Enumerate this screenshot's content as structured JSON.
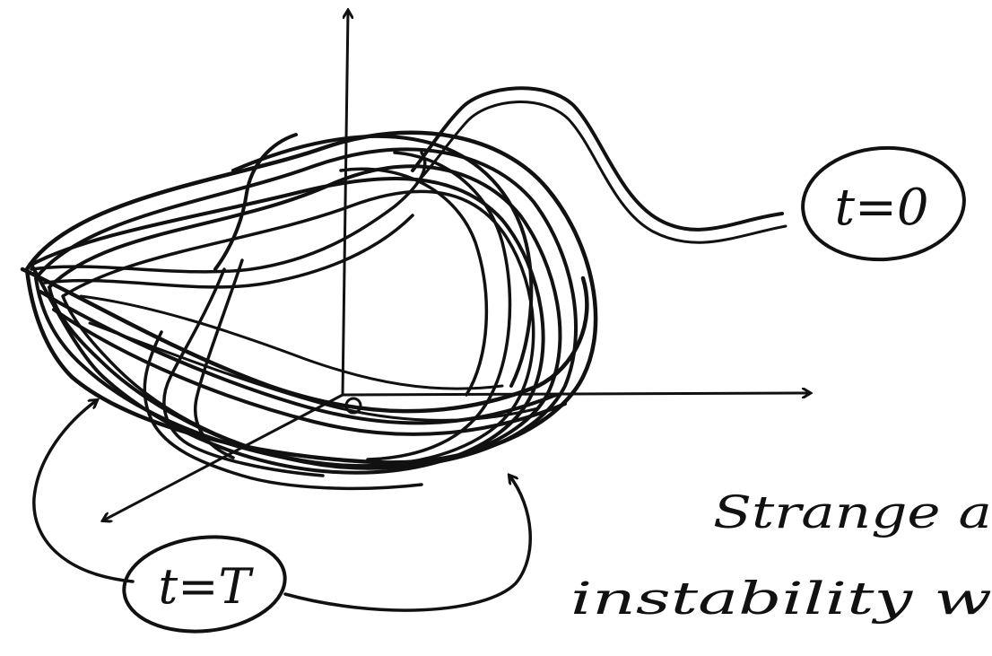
{
  "diagram": {
    "label_start": "t=0",
    "label_period": "t=T",
    "caption_line1": "Strange a",
    "caption_line2": "instability w"
  },
  "colors": {
    "ink": "#111111",
    "background": "#ffffff"
  }
}
